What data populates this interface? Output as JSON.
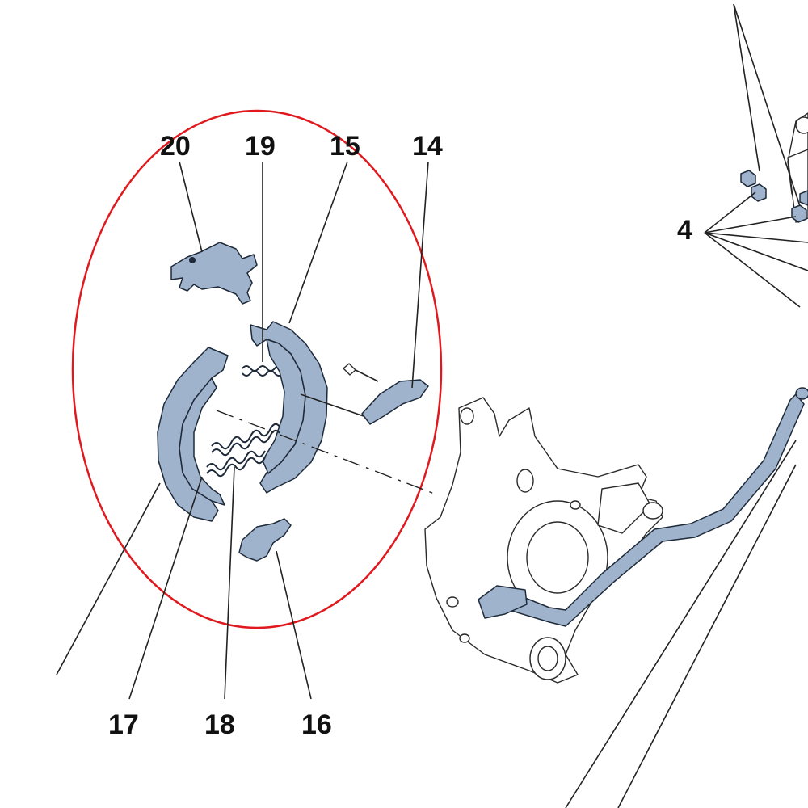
{
  "colors": {
    "part_fill": "#9fb4cc",
    "highlight_ellipse": "#e0191e",
    "line": "#222222"
  },
  "callouts": {
    "c20": "20",
    "c19": "19",
    "c15": "15",
    "c14": "14",
    "c4": "4",
    "c17": "17",
    "c18": "18",
    "c16": "16"
  },
  "parts": [
    {
      "id": "20",
      "name": "lever-bracket"
    },
    {
      "id": "19",
      "name": "upper-spring"
    },
    {
      "id": "15",
      "name": "right-brake-shoe"
    },
    {
      "id": "14",
      "name": "adjuster-pin"
    },
    {
      "id": "17",
      "name": "left-brake-shoe"
    },
    {
      "id": "18",
      "name": "lower-springs"
    },
    {
      "id": "16",
      "name": "adjuster"
    },
    {
      "id": "4",
      "name": "mounting-nuts"
    }
  ]
}
